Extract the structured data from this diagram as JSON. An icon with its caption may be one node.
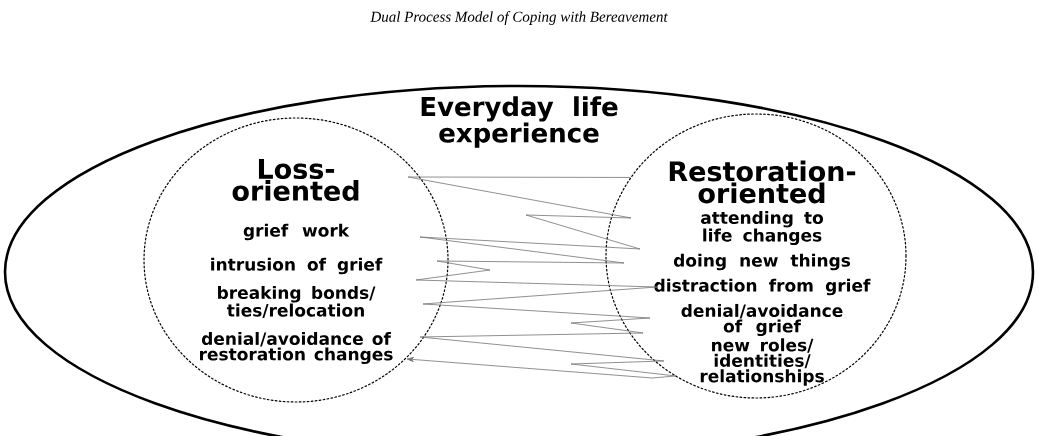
{
  "diagram": {
    "title": "Dual Process Model of Coping with Bereavement",
    "nodes": [
      {
        "text": [
          "Everyday life experience"
        ]
      },
      {
        "text": [
          "Loss-oriented",
          "grief work",
          "intrusion of grief",
          "breaking bonds/ ties/relocation",
          "denial/avoidance of restoration changes"
        ],
        "in": 0
      },
      {
        "text": [
          "Restoration-oriented",
          "attending to life changes",
          "doing new things",
          "distraction from grief",
          "denial/avoidance of grief",
          "new roles/ identities/ relationships"
        ],
        "in": 0
      }
    ],
    "edges": [
      {
        "from": 2,
        "to": 1,
        "arrow": "to"
      }
    ]
  }
}
